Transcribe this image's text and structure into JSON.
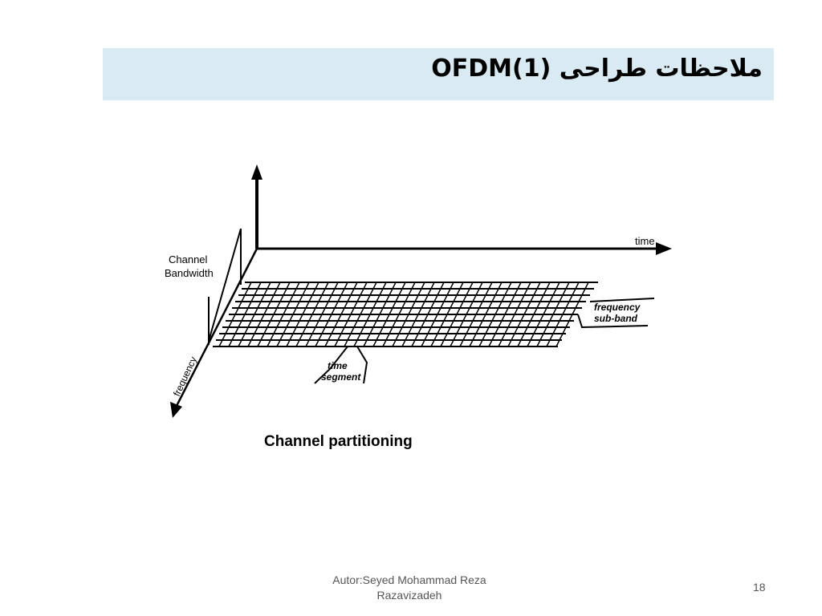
{
  "slide": {
    "title": "ملاحظات طراحی OFDM(1)"
  },
  "diagram": {
    "time_label": "time",
    "channel_label_line1": "Channel",
    "channel_label_line2": "Bandwidth",
    "frequency_label": "frequency",
    "subband_label_line1": "frequency",
    "subband_label_line2": "sub-band",
    "timeseg_label_line1": "time",
    "timeseg_label_line2": "segment",
    "caption": "Channel partitioning"
  },
  "footer": {
    "author_line1": "Autor:Seyed Mohammad Reza",
    "author_line2": "Razavizadeh",
    "page_number": "18"
  }
}
